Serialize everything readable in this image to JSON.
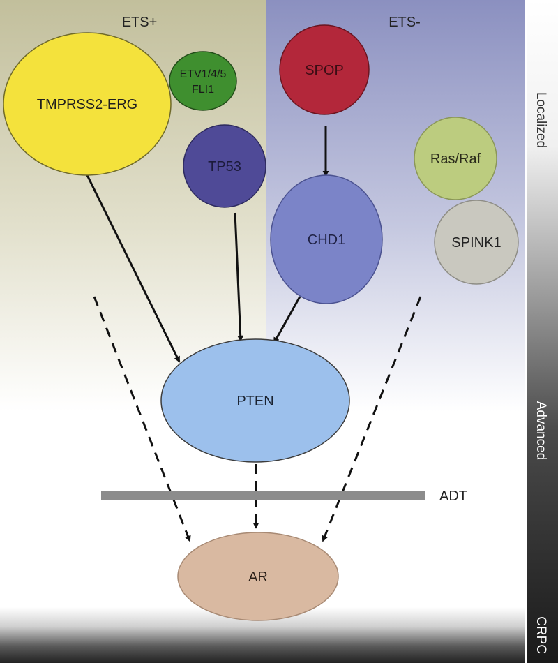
{
  "header": {
    "left_label": "ETS+",
    "right_label": "ETS-"
  },
  "nodes": {
    "tmprss2_erg": {
      "label": "TMPRSS2-ERG",
      "color": "#f4e23c"
    },
    "etv": {
      "line1": "ETV1/4/5",
      "line2": "FLI1",
      "color": "#3f8f2f"
    },
    "spop": {
      "label": "SPOP",
      "color": "#b3273a"
    },
    "tp53": {
      "label": "TP53",
      "color": "#4f4a97"
    },
    "chd1": {
      "label": "CHD1",
      "color": "#7b84c8"
    },
    "ras_raf": {
      "label": "Ras/Raf",
      "color": "#bccc7f"
    },
    "spink1": {
      "label": "SPINK1",
      "color": "#c9c8bf"
    },
    "pten": {
      "label": "PTEN",
      "color": "#9cc0ec"
    },
    "ar": {
      "label": "AR",
      "color": "#d9b9a1"
    }
  },
  "adt_label": "ADT",
  "stages": {
    "localized": "Localized",
    "advanced": "Advanced",
    "crpc": "CRPC"
  },
  "colors": {
    "ets_pos_bg": "#c8c4a4",
    "ets_neg_bg": "#8f95c4",
    "adt_bar": "#8c8c8c",
    "arrow": "#111111"
  }
}
